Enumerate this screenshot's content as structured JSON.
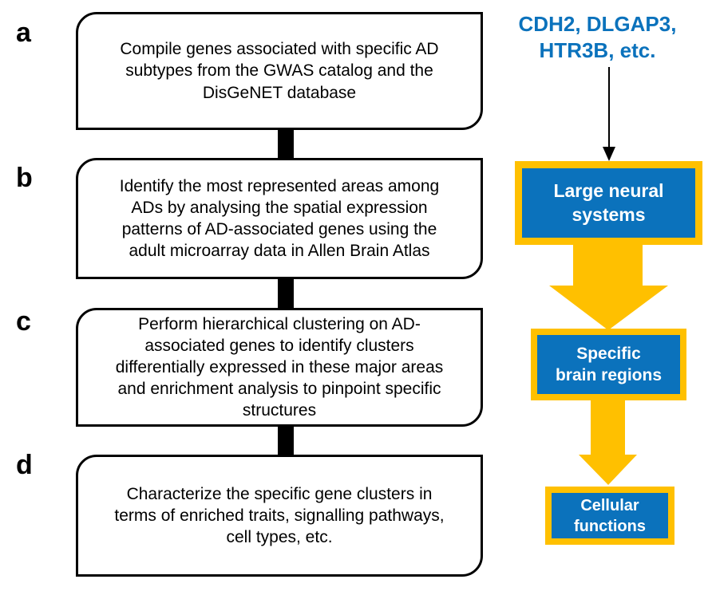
{
  "figure": {
    "type": "flowchart",
    "panel_labels": [
      "a",
      "b",
      "c",
      "d"
    ]
  },
  "steps": [
    {
      "id": "a",
      "lines": [
        "Compile genes associated with specific AD",
        "subtypes from the GWAS catalog and the",
        "DisGeNET database"
      ]
    },
    {
      "id": "b",
      "lines": [
        "Identify the most represented areas among",
        "ADs by analysing the spatial expression",
        "patterns of AD-associated genes using the",
        "adult microarray data in Allen Brain Atlas"
      ]
    },
    {
      "id": "c",
      "lines": [
        "Perform hierarchical clustering on AD-",
        "associated genes to identify clusters",
        "differentially expressed in these major areas",
        "and enrichment analysis to pinpoint specific",
        "structures"
      ]
    },
    {
      "id": "d",
      "lines": [
        "Characterize the specific gene clusters in",
        "terms of enriched traits, signalling pathways,",
        "cell types, etc."
      ]
    }
  ],
  "right_flow": {
    "genes_lines": [
      "CDH2, DLGAP3,",
      "HTR3B, etc."
    ],
    "nodes": [
      {
        "lines": [
          "Large neural",
          "systems"
        ]
      },
      {
        "lines": [
          "Specific",
          "brain regions"
        ]
      },
      {
        "lines": [
          "Cellular",
          "functions"
        ]
      }
    ]
  },
  "colors": {
    "accent_blue": "#0b72bc",
    "accent_orange": "#ffc000",
    "outline_black": "#000000",
    "node_text_white": "#ffffff"
  }
}
